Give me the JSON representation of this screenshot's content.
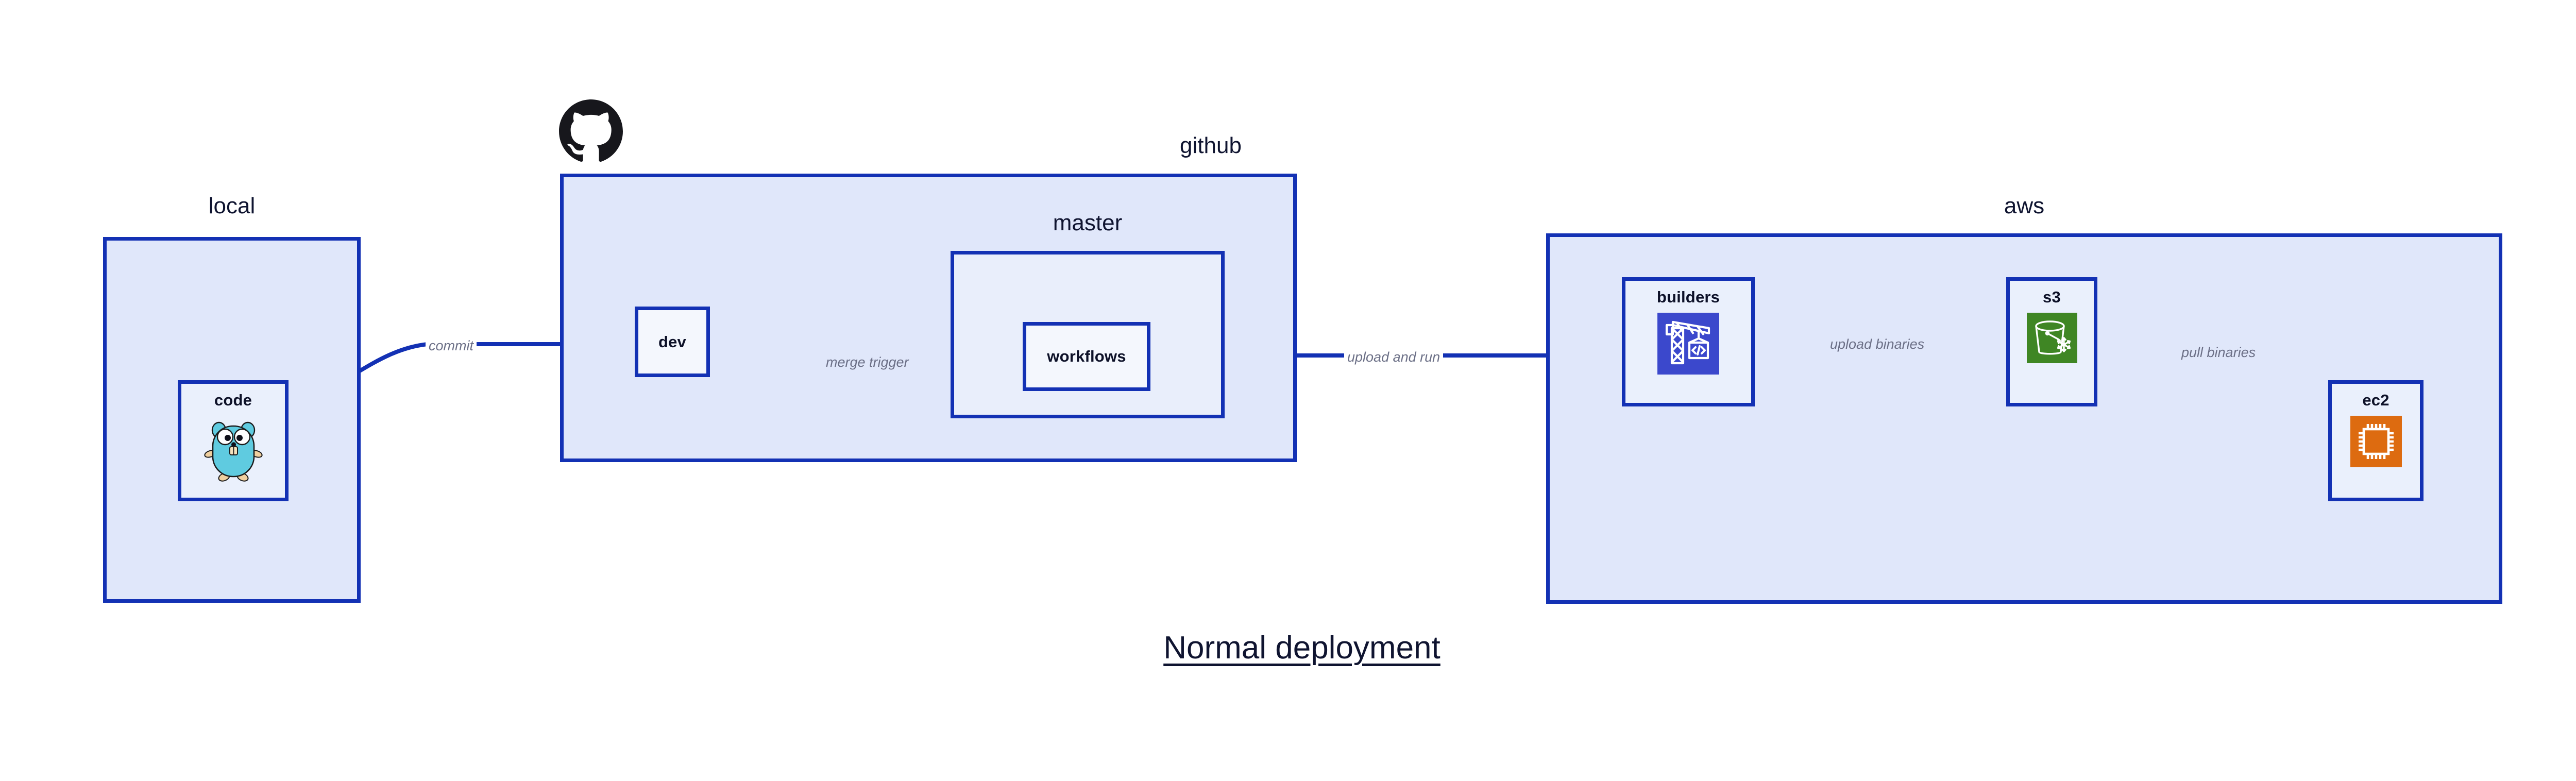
{
  "title": "Normal deployment",
  "colors": {
    "border": "#1331b4",
    "group_fill": "#e0e7fa",
    "subgroup_fill": "#e9eefb",
    "node_fill": "#eaf0fc",
    "plain_node_fill": "#f4f7fd",
    "label_text": "#0f1430",
    "edge_label_text": "#6b6f86",
    "codebuild_icon": "#3b48cc",
    "s3_icon": "#3f8624",
    "ec2_icon": "#dd6b10",
    "gopher_body": "#5fcbe0",
    "octocat": "#17171c"
  },
  "groups": [
    {
      "id": "local",
      "label": "local"
    },
    {
      "id": "github",
      "label": "github"
    },
    {
      "id": "master",
      "label": "master"
    },
    {
      "id": "aws",
      "label": "aws"
    }
  ],
  "nodes": [
    {
      "id": "code",
      "label": "code",
      "icon": "go-gopher-icon",
      "group": "local"
    },
    {
      "id": "dev",
      "label": "dev",
      "icon": null,
      "group": "github"
    },
    {
      "id": "workflows",
      "label": "workflows",
      "icon": null,
      "group": "master"
    },
    {
      "id": "builders",
      "label": "builders",
      "icon": "aws-codebuild-icon",
      "group": "aws"
    },
    {
      "id": "s3",
      "label": "s3",
      "icon": "aws-s3-glacier-icon",
      "group": "aws"
    },
    {
      "id": "ec2",
      "label": "ec2",
      "icon": "aws-ec2-icon",
      "group": "aws"
    }
  ],
  "edges": [
    {
      "id": "commit",
      "label": "commit",
      "from": "code",
      "to": "dev"
    },
    {
      "id": "merge-trigger",
      "label": "merge trigger",
      "from": "dev",
      "to": "workflows"
    },
    {
      "id": "upload-and-run",
      "label": "upload and run",
      "from": "workflows",
      "to": "builders"
    },
    {
      "id": "upload-binaries",
      "label": "upload binaries",
      "from": "builders",
      "to": "s3"
    },
    {
      "id": "pull-binaries",
      "label": "pull binaries",
      "from": "s3",
      "to": "ec2"
    }
  ],
  "logos": [
    {
      "id": "github-logo",
      "name": "github-octocat-icon"
    }
  ]
}
